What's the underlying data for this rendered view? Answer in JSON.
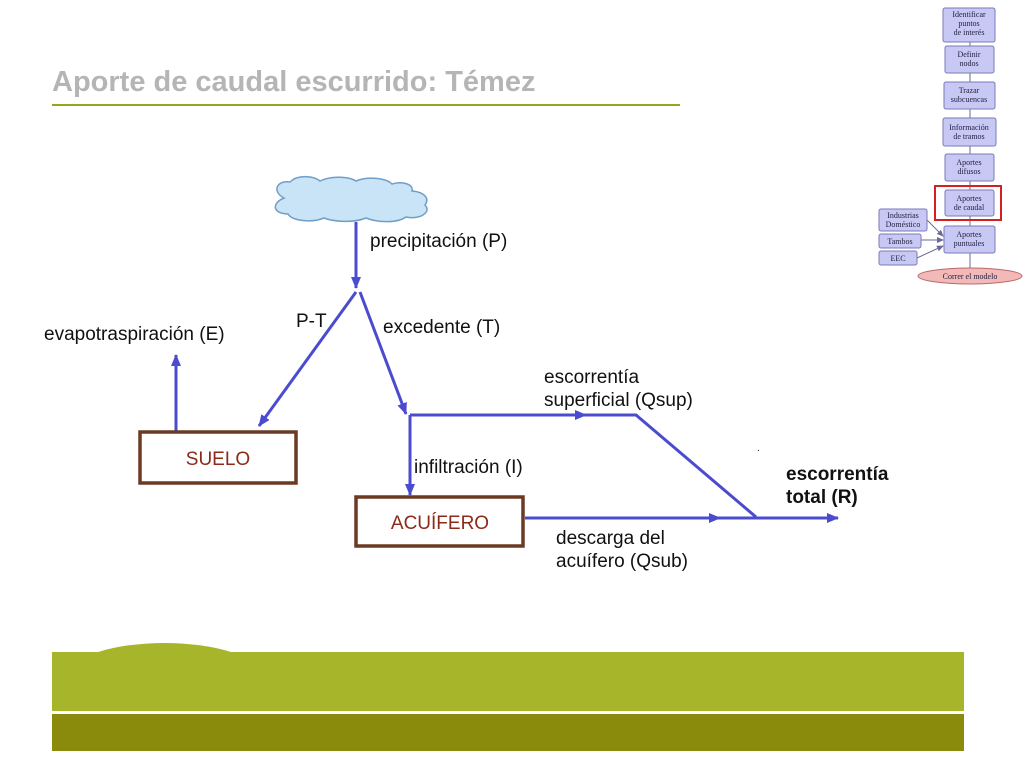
{
  "title": "Aporte de caudal escurrido: Témez",
  "diagram": {
    "precipitation": "precipitación (P)",
    "pt": "P-T",
    "evapo": "evapotraspiración (E)",
    "excedente": "excedente (T)",
    "suelo": "SUELO",
    "escorrentia_sup_1": "escorrentía",
    "escorrentia_sup_2": "superficial (Qsup)",
    "infiltracion": "infiltración (I)",
    "acuifero": "ACUÍFERO",
    "descarga_1": "descarga del",
    "descarga_2": "acuífero (Qsub)",
    "total_1": "escorrentía",
    "total_2": "total (R)",
    "dot": "."
  },
  "flowchart": {
    "steps": [
      [
        "Identificar",
        "puntos",
        "de interés"
      ],
      [
        "Definir",
        "nodos"
      ],
      [
        "Trazar",
        "subcuencas"
      ],
      [
        "Información",
        "de tramos"
      ],
      [
        "Aportes",
        "difusos"
      ],
      [
        "Aportes",
        "de caudal"
      ],
      [
        "Aportes",
        "puntuales"
      ]
    ],
    "side": [
      [
        "Industrias",
        "Doméstico"
      ],
      [
        "Tambos"
      ],
      [
        "EEC"
      ]
    ],
    "final": "Correr el modelo"
  },
  "colors": {
    "arrow": "#4b4bd0",
    "box_border": "#6b3a22",
    "box_text": "#8b2a1a",
    "cloud_fill": "#c9e4f6",
    "fc_fill": "#c8c8f5",
    "fc_border": "#7a7ab8",
    "highlight": "#d62020",
    "oval_fill": "#f3b8b8",
    "band_top": "#a7b52b",
    "band_bottom": "#8a8a0c"
  }
}
